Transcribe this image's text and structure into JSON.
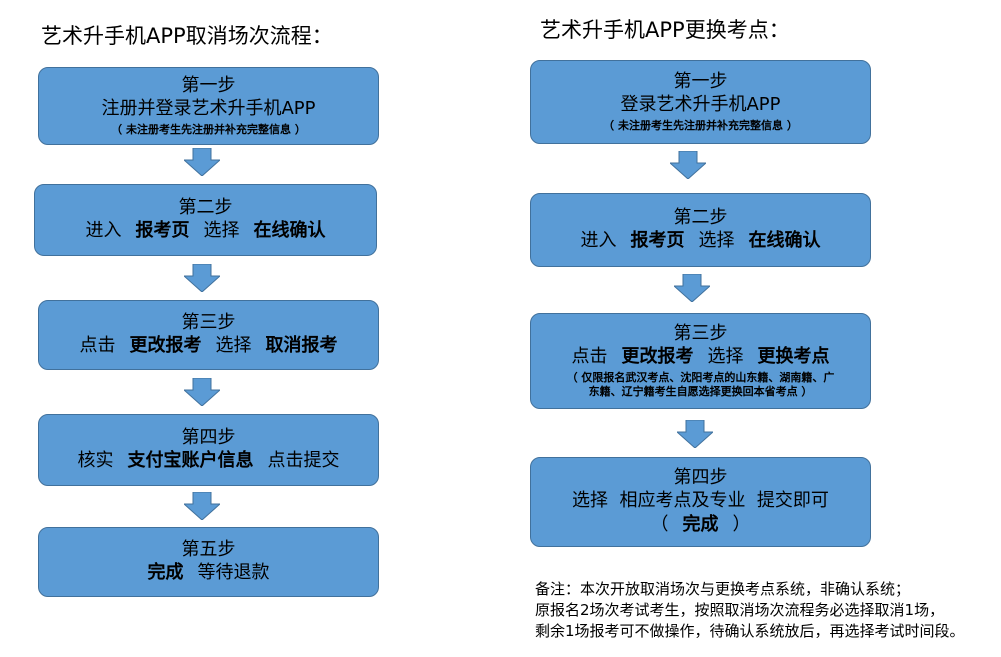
{
  "left": {
    "title": "艺术升手机APP取消场次流程：",
    "steps": [
      {
        "label": "第一步",
        "line": "注册并登录艺术升手机APP",
        "note": "（ 未注册考生先注册并补充完整信息 ）"
      },
      {
        "label": "第二步",
        "p1": "进入",
        "b1": "报考页",
        "p2": "选择",
        "b2": "在线确认"
      },
      {
        "label": "第三步",
        "p1": "点击",
        "b1": "更改报考",
        "p2": "选择",
        "b2": "取消报考"
      },
      {
        "label": "第四步",
        "p1": "核实",
        "b1": "支付宝账户信息",
        "p2": "点击提交"
      },
      {
        "label": "第五步",
        "b1": "完成",
        "p2": "等待退款"
      }
    ]
  },
  "right": {
    "title": "艺术升手机APP更换考点：",
    "steps": [
      {
        "label": "第一步",
        "line": "登录艺术升手机APP",
        "note": "（ 未注册考生先注册并补充完整信息 ）"
      },
      {
        "label": "第二步",
        "p1": "进入",
        "b1": "报考页",
        "p2": "选择",
        "b2": "在线确认"
      },
      {
        "label": "第三步",
        "p1": "点击",
        "b1": "更改报考",
        "p2": "选择",
        "b2": "更换考点",
        "note1": "（ 仅限报名武汉考点、沈阳考点的山东籍、湖南籍、广",
        "note2": "东籍、辽宁籍考生自愿选择更换回本省考点 ）"
      },
      {
        "label": "第四步",
        "line": "选择  相应考点及专业  提交即可",
        "line2_open": "（",
        "line2_bold": "完成",
        "line2_close": "）"
      }
    ]
  },
  "note": {
    "line1": "备注：本次开放取消场次与更换考点系统，非确认系统；",
    "line2": "原报名2场次考试考生，按照取消场次流程务必选择取消1场，",
    "line3": "剩余1场报考可不做操作，待确认系统放后，再选择考试时间段。"
  },
  "colors": {
    "box_fill": "#5b9bd5",
    "box_border": "#41719c",
    "arrow": "#5b9bd5"
  }
}
